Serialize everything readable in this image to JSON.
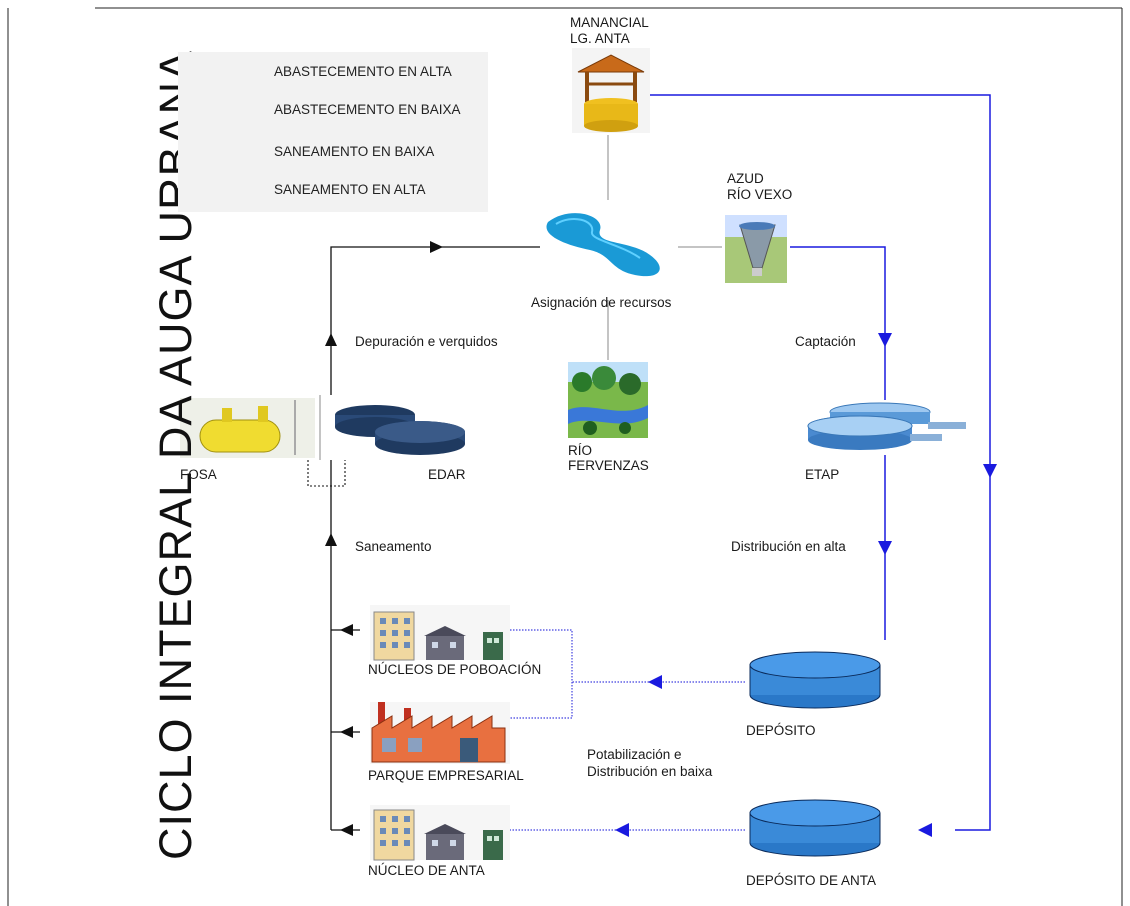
{
  "title": "CICLO INTEGRAL DA AUGA URBANA",
  "legend": [
    {
      "label": "ABASTECEMENTO EN ALTA",
      "color": "#1a1adf",
      "style": "solid"
    },
    {
      "label": "ABASTECEMENTO EN BAIXA",
      "color": "#4a4adf",
      "style": "dotted"
    },
    {
      "label": "SANEAMENTO EN BAIXA",
      "color": "#111111",
      "style": "solid"
    },
    {
      "label": "SANEAMENTO EN ALTA",
      "color": "#111111",
      "style": "dotted"
    }
  ],
  "nodes": {
    "manancial": {
      "line1": "MANANCIAL",
      "line2": "LG. ANTA"
    },
    "azud": {
      "line1": "AZUD",
      "line2": "RÍO VEXO"
    },
    "asignacion": "Asignación de recursos",
    "rio": {
      "line1": "RÍO",
      "line2": "FERVENZAS"
    },
    "fosa": "FOSA",
    "edar": "EDAR",
    "etap": "ETAP",
    "deposito": "DEPÓSITO",
    "deposito_anta": "DEPÓSITO DE ANTA",
    "nucleos": "NÚCLEOS DE POBOACIÓN",
    "parque": "PARQUE EMPRESARIAL",
    "nucleo_anta": "NÚCLEO DE ANTA"
  },
  "flows": {
    "depuracion": "Depuración e verquidos",
    "captacion": "Captación",
    "saneamento": "Saneamento",
    "distribucion_alta": "Distribución en alta",
    "potabilizacion": {
      "line1": "Potabilización e",
      "line2": "Distribución en baixa"
    }
  },
  "colors": {
    "blue": "#1a1adf",
    "black": "#111111",
    "gray": "#888888"
  }
}
